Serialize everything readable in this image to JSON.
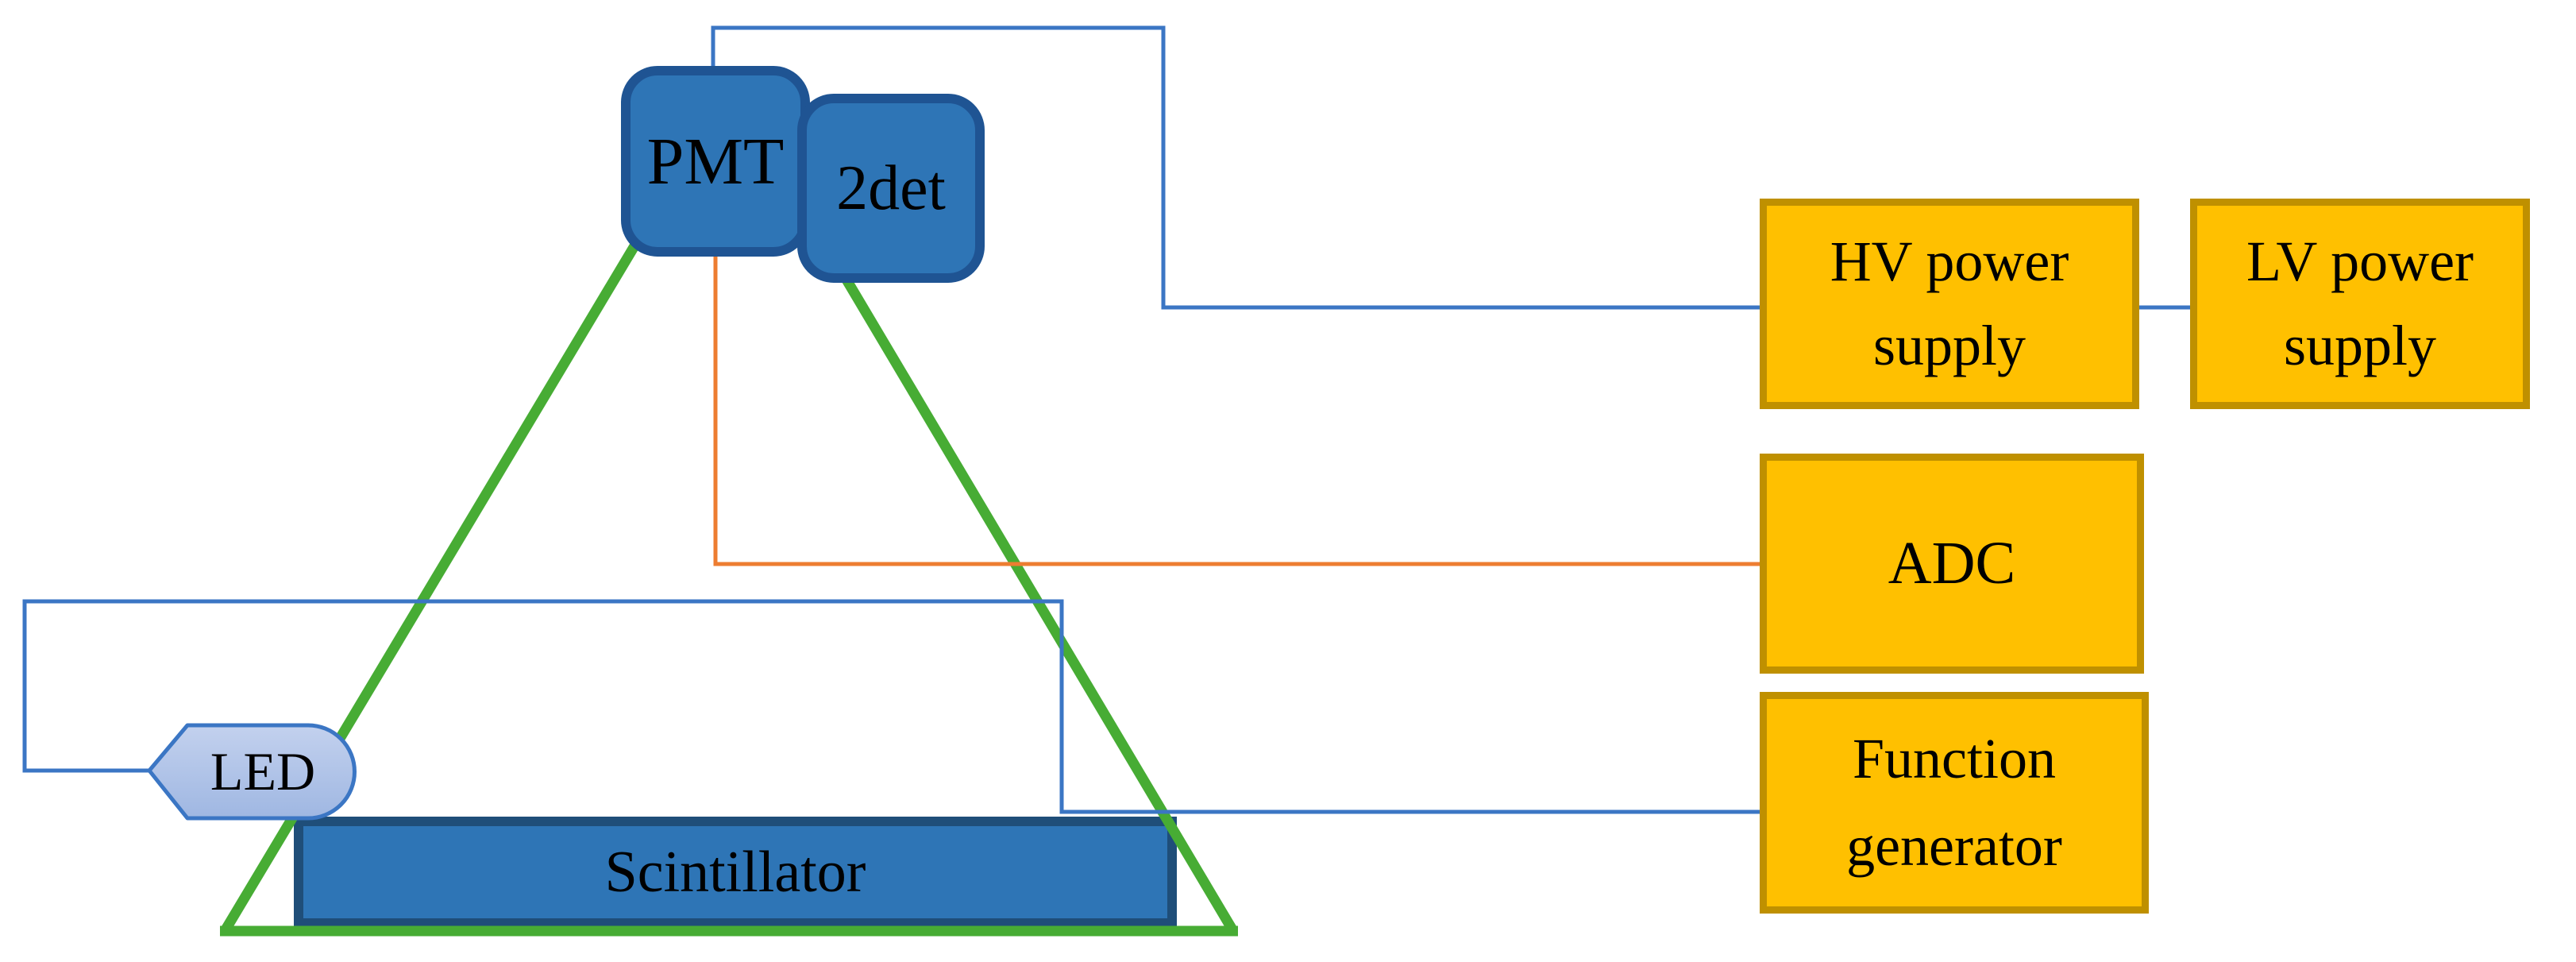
{
  "figure": {
    "nodes": {
      "pmt": {
        "label": "PMT"
      },
      "det2": {
        "label": "2det"
      },
      "hv_supply": {
        "line1": "HV power",
        "line2": "supply"
      },
      "lv_supply": {
        "line1": "LV power",
        "line2": "supply"
      },
      "adc": {
        "label": "ADC"
      },
      "function_gen": {
        "line1": "Function",
        "line2": "generator"
      },
      "scintillator": {
        "label": "Scintillator"
      },
      "led": {
        "label": "LED"
      }
    },
    "edges": [
      {
        "from": "PMT",
        "to": "HV power supply",
        "color": "blue"
      },
      {
        "from": "HV power supply",
        "to": "LV power supply",
        "color": "blue"
      },
      {
        "from": "PMT",
        "to": "ADC",
        "color": "orange"
      },
      {
        "from": "Function generator",
        "to": "LED",
        "color": "blue"
      },
      {
        "from": "PMT / 2det",
        "to": "Scintillator",
        "color": "green-light-guide-triangle"
      }
    ],
    "colors": {
      "detector_fill": "#2E75B6",
      "detector_border": "#1F5493",
      "scintillator_border": "#1F4E79",
      "instrument_fill": "#FFC000",
      "instrument_border": "#BF9000",
      "led_fill_top": "#C3D1EE",
      "led_fill_bottom": "#9FB7E2",
      "led_border": "#3B76C4",
      "wire_blue": "#3B76C4",
      "wire_orange": "#ED7D31",
      "light_green": "#47AC34",
      "text": "#000000",
      "background": "#FFFFFF"
    }
  }
}
